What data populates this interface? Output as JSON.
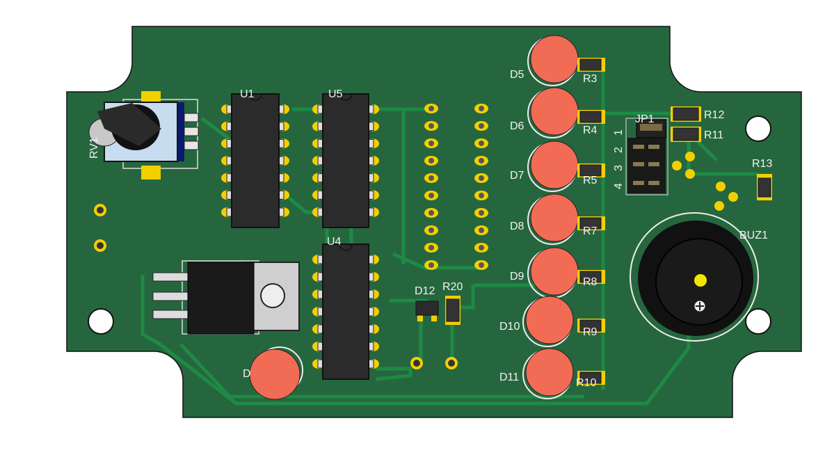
{
  "board": {
    "colors": {
      "board": "#26663e",
      "trace": "#1e8a45",
      "pad": "#f2d000",
      "chip": "#2b2b2b",
      "led": "#f26b55",
      "silk": "#f2f2f2"
    },
    "labels": {
      "rv1": "RV1",
      "u1": "U1",
      "u5": "U5",
      "u4": "U4",
      "d5": "D5",
      "d6": "D6",
      "d7": "D7",
      "d8": "D8",
      "d9": "D9",
      "d10": "D10",
      "d11": "D11",
      "d12": "D12",
      "d_hidden": "D",
      "r3": "R3",
      "r4": "R4",
      "r5": "R5",
      "r7": "R7",
      "r8": "R8",
      "r9": "R9",
      "r10": "R10",
      "r11": "R11",
      "r12": "R12",
      "r13": "R13",
      "r20": "R20",
      "jp1": "JP1",
      "jp_pin1": "1",
      "jp_pin2": "2",
      "jp_pin3": "3",
      "jp_pin4": "4",
      "buz1": "BUZ1"
    }
  }
}
